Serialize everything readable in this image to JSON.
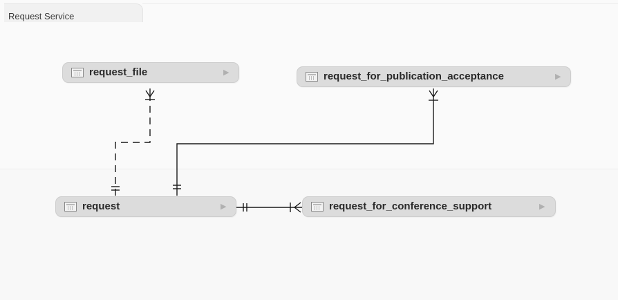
{
  "group": {
    "title": "Request Service"
  },
  "entities": {
    "request_file": {
      "label": "request_file",
      "expand_icon": "triangle-right"
    },
    "request_for_publication_acceptance": {
      "label": "request_for_publication_acceptance",
      "expand_icon": "triangle-right"
    },
    "request": {
      "label": "request",
      "expand_icon": "triangle-right"
    },
    "request_for_conference_support": {
      "label": "request_for_conference_support",
      "expand_icon": "triangle-right"
    }
  },
  "icons": {
    "table": "table-icon",
    "expand": "▶"
  },
  "relationships": [
    {
      "from": "request",
      "to": "request_file",
      "style": "dashed",
      "from_cardinality": "one-and-only-one",
      "to_cardinality": "one-or-many"
    },
    {
      "from": "request",
      "to": "request_for_publication_acceptance",
      "style": "solid",
      "from_cardinality": "one-and-only-one",
      "to_cardinality": "one-or-many"
    },
    {
      "from": "request",
      "to": "request_for_conference_support",
      "style": "solid",
      "from_cardinality": "one-and-only-one",
      "to_cardinality": "one-or-many"
    }
  ],
  "colors": {
    "entity_fill": "#dcdcdc",
    "line": "#1a1a1a",
    "background": "#fafafa"
  }
}
